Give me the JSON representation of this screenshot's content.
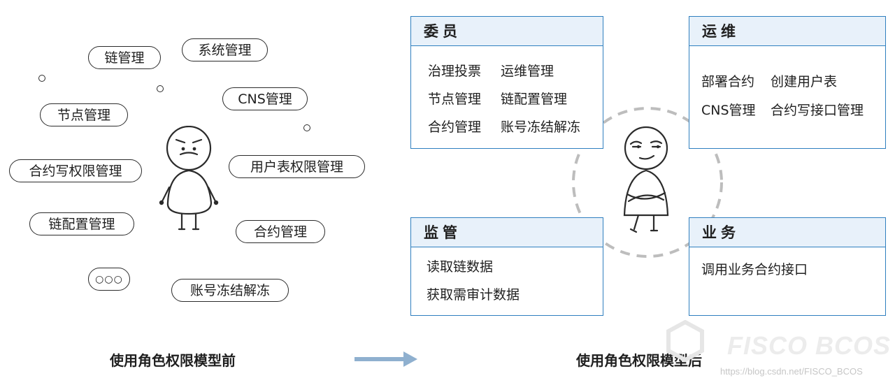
{
  "before": {
    "bubbles": [
      "链管理",
      "系统管理",
      "CNS管理",
      "节点管理",
      "合约写权限管理",
      "用户表权限管理",
      "链配置管理",
      "合约管理",
      "账号冻结解冻"
    ],
    "ellipsis": "○○○",
    "caption": "使用角色权限模型前"
  },
  "after": {
    "caption": "使用角色权限模型后",
    "cards": {
      "committee": {
        "title": "委员",
        "items": [
          "治理投票",
          "运维管理",
          "节点管理",
          "链配置管理",
          "合约管理",
          "账号冻结解冻"
        ]
      },
      "ops": {
        "title": "运维",
        "items": [
          "部署合约",
          "创建用户表",
          "CNS管理",
          "合约写接口管理"
        ]
      },
      "supervision": {
        "title": "监管",
        "items": [
          "读取链数据",
          "获取需审计数据"
        ]
      },
      "business": {
        "title": "业务",
        "items": [
          "调用业务合约接口"
        ]
      }
    }
  },
  "watermark": {
    "logo": "FISCO BCOS",
    "url": "https://blog.csdn.net/FISCO_BCOS"
  },
  "colors": {
    "card_border": "#2f7fbf",
    "card_header_bg": "#e8f1fa",
    "arrow": "#8fb0cf",
    "dashed_circle": "#bdbdbd"
  }
}
